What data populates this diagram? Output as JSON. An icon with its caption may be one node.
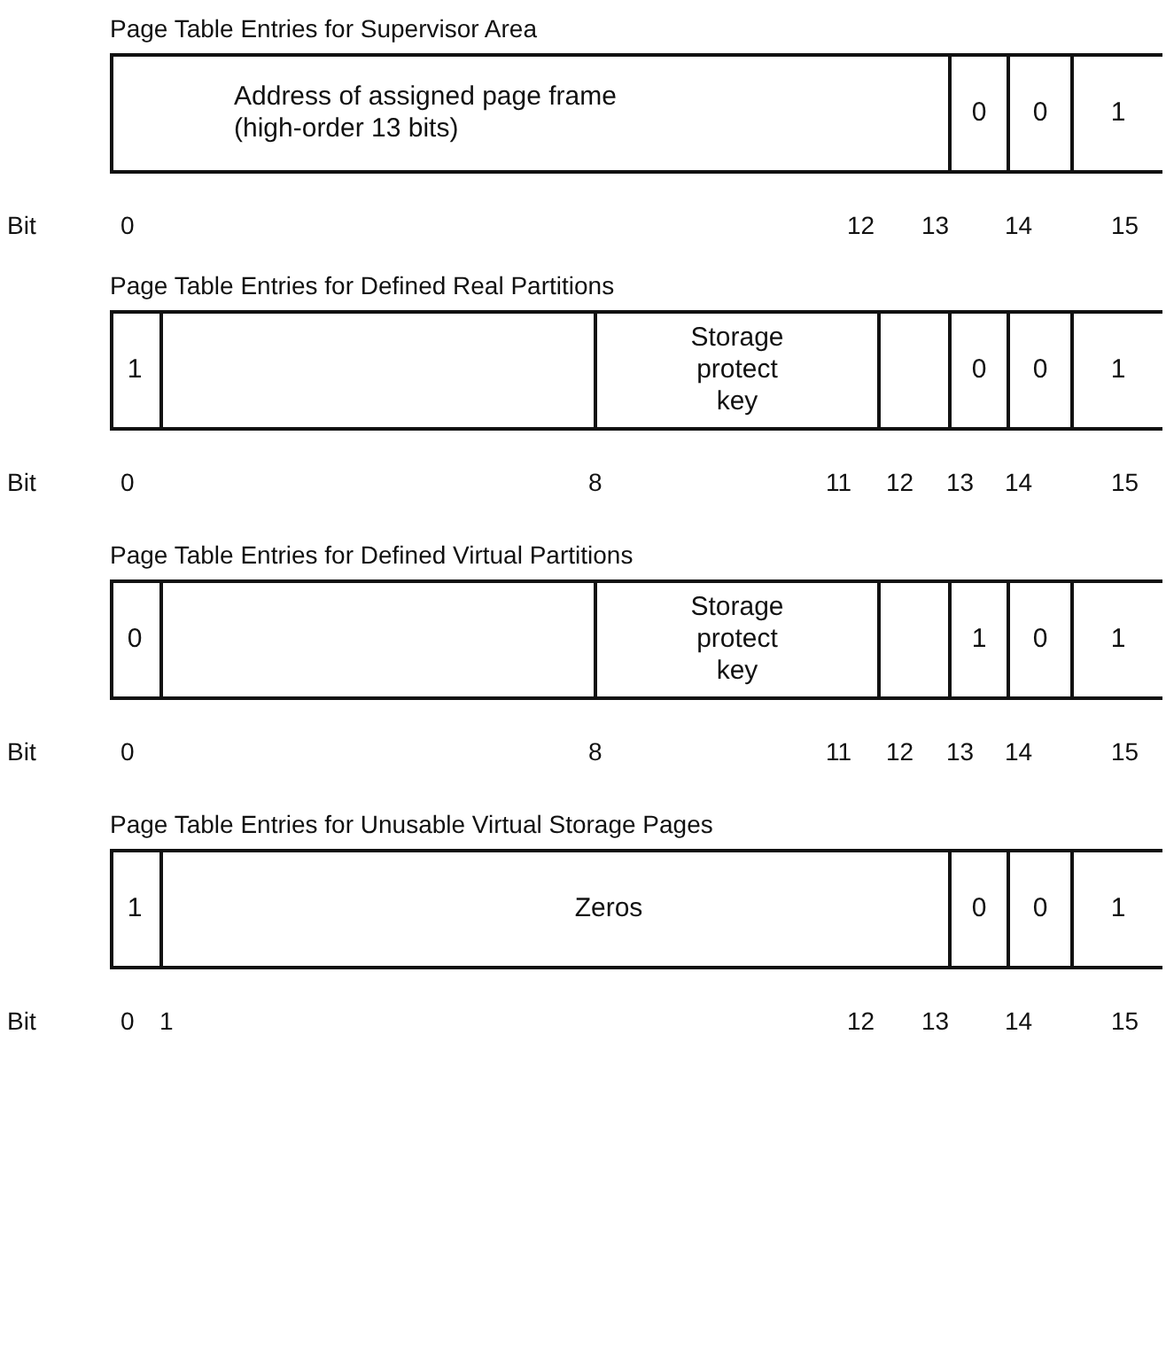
{
  "diagram": {
    "nodes": [
      {
        "text": [
          "Page Table Entries for Supervisor Area"
        ]
      },
      {
        "text": [
          "Address of assigned page frame (high-order 13 bits)"
        ],
        "in": 0
      },
      {
        "text": [
          "0"
        ],
        "in": 0
      },
      {
        "text": [
          "0"
        ],
        "in": 0
      },
      {
        "text": [
          "1"
        ],
        "in": 0
      },
      {
        "text": [
          "Page Table Entries for Defined Real Partitions"
        ]
      },
      {
        "text": [
          "1"
        ],
        "in": 5
      },
      {
        "text": [],
        "shape": "box",
        "in": 5
      },
      {
        "text": [
          "Storage protect key"
        ],
        "in": 5
      },
      {
        "text": [],
        "shape": "box",
        "in": 5
      },
      {
        "text": [
          "0"
        ],
        "in": 5
      },
      {
        "text": [
          "0"
        ],
        "in": 5
      },
      {
        "text": [
          "1"
        ],
        "in": 5
      },
      {
        "text": [
          "Page Table Entries for Defined Virtual Partitions"
        ]
      },
      {
        "text": [
          "0"
        ],
        "in": 13
      },
      {
        "text": [],
        "shape": "box",
        "in": 13
      },
      {
        "text": [
          "Storage protect key"
        ],
        "in": 13
      },
      {
        "text": [],
        "shape": "box",
        "in": 13
      },
      {
        "text": [
          "1"
        ],
        "in": 13
      },
      {
        "text": [
          "0"
        ],
        "in": 13
      },
      {
        "text": [
          "1"
        ],
        "in": 13
      },
      {
        "text": [
          "Page Table Entries for Unusable Virtual Storage Pages"
        ]
      },
      {
        "text": [
          "1"
        ],
        "in": 21
      },
      {
        "text": [
          "Zeros"
        ],
        "in": 21
      },
      {
        "text": [
          "0"
        ],
        "in": 21
      },
      {
        "text": [
          "0"
        ],
        "in": 21
      },
      {
        "text": [
          "1"
        ],
        "in": 21
      }
    ],
    "labels": [
      "Bit",
      "0",
      "12",
      "13",
      "14",
      "15",
      "Bit",
      "0",
      "8",
      "11",
      "12",
      "13",
      "14",
      "15",
      "Bit",
      "0",
      "8",
      "11",
      "12",
      "13",
      "14",
      "15",
      "Bit",
      "0",
      "1",
      "12",
      "13",
      "14",
      "15"
    ]
  }
}
